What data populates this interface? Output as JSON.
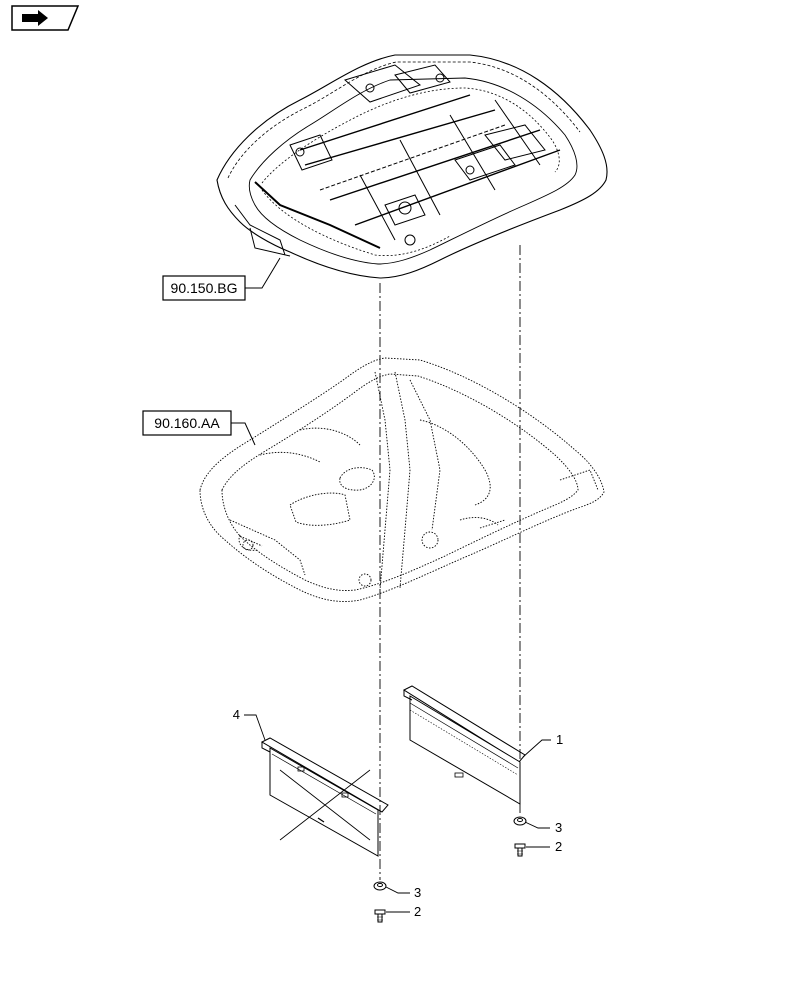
{
  "nav": {
    "icon": "next-page-arrow-icon"
  },
  "references": {
    "roof": "90.150.BG",
    "headliner": "90.160.AA"
  },
  "callouts": {
    "c1": "1",
    "c2a": "2",
    "c2b": "2",
    "c3a": "3",
    "c3b": "3",
    "c4": "4"
  }
}
